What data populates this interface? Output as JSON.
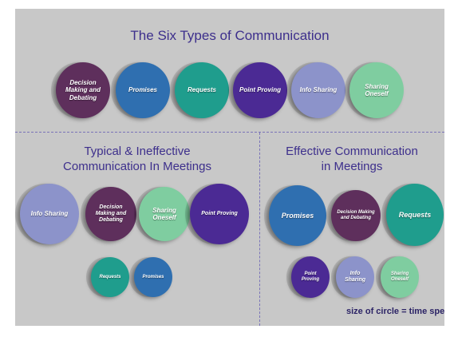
{
  "titles": {
    "main": "The Six Types of Communication",
    "left_line1": "Typical & Ineffective",
    "left_line2": "Communication In Meetings",
    "right_line1": "Effective Communication",
    "right_line2": "in Meetings"
  },
  "note": "size of circle = time spen",
  "colors": {
    "decision": "#5e2f5c",
    "promises": "#2f6fb0",
    "requests": "#1f9d8d",
    "point": "#4b2a94",
    "info": "#8c93ca",
    "sharing": "#7fcda0"
  },
  "labels": {
    "decision": "Decision Making and Debating",
    "promises": "Promises",
    "requests": "Requests",
    "point": "Point Proving",
    "info": "Info Sharing",
    "sharing": "Sharing Oneself",
    "sharing_small": "Sharing Oneself"
  }
}
